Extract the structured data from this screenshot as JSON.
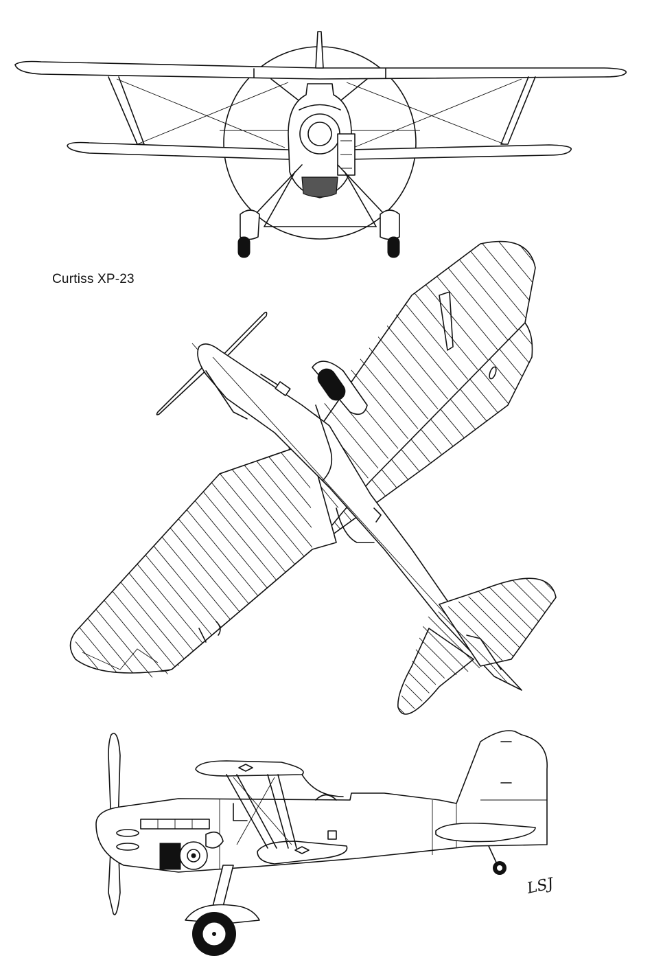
{
  "figure": {
    "caption": "Curtiss XP-23",
    "signature": "LSJ",
    "views": [
      "front-view",
      "plan-view",
      "side-view"
    ],
    "colors": {
      "ink": "#111111",
      "paper": "#ffffff"
    }
  }
}
